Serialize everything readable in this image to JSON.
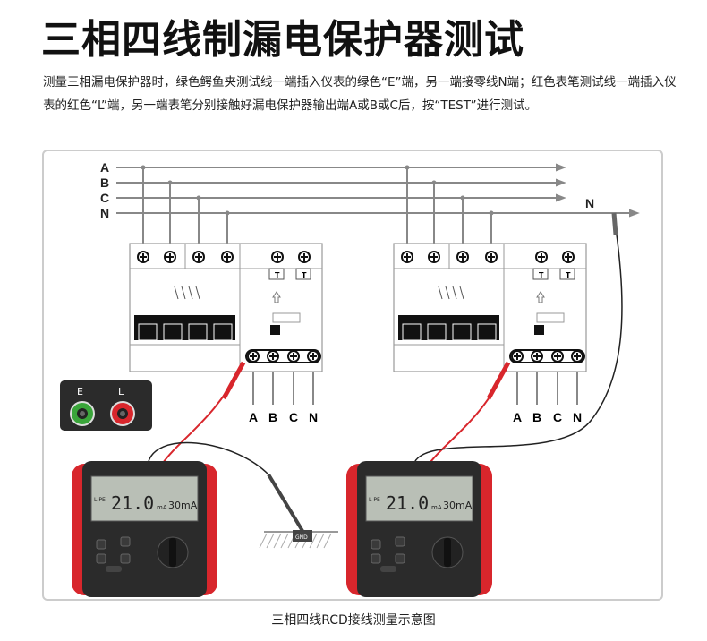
{
  "title": "三相四线制漏电保护器测试",
  "description": "测量三相漏电保护器时，绿色鳄鱼夹测试线一端插入仪表的绿色“E”端，另一端接零线N端；红色表笔测试线一端插入仪表的红色“L”端，另一端表笔分别接触好漏电保护器输出端A或B或C后，按“TEST”进行测试。",
  "caption": "三相四线RCD接线测量示意图",
  "bus_labels": [
    "A",
    "B",
    "C",
    "N"
  ],
  "n_label": "N",
  "output_labels": [
    "A",
    "B",
    "C",
    "N"
  ],
  "sockets": {
    "e": "E",
    "l": "L"
  },
  "gnd_label": "GND",
  "meter": {
    "reading": "21.0",
    "unit": "mA",
    "mode": "L-PE",
    "rated": "30mA"
  },
  "colors": {
    "red": "#d8262c",
    "green": "#3aa53a",
    "dark": "#2b2b2b"
  }
}
